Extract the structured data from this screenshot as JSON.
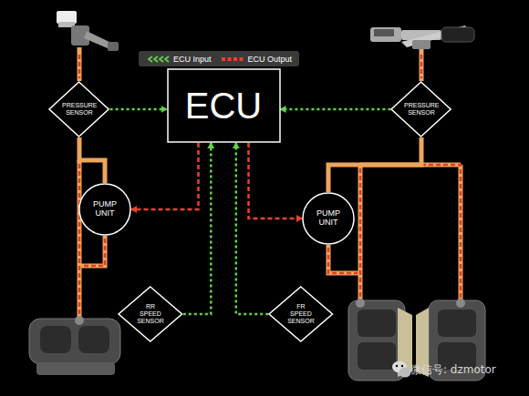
{
  "diagram": {
    "nodes": [
      {
        "text": [
          "ECU"
        ]
      },
      {
        "text": [
          "PRESSURE SENSOR"
        ]
      },
      {
        "text": [
          "PRESSURE SENSOR"
        ]
      },
      {
        "text": [
          "PUMP UNIT"
        ]
      },
      {
        "text": [
          "PUMP UNIT"
        ]
      },
      {
        "text": [
          "RR SPEED SENSOR"
        ]
      },
      {
        "text": [
          "FR SPEED SENSOR"
        ]
      }
    ],
    "edges": [
      {
        "from": 1,
        "to": 0,
        "arrow": "to"
      },
      {
        "from": 2,
        "to": 0,
        "arrow": "to"
      },
      {
        "from": 5,
        "to": 0,
        "arrow": "to"
      },
      {
        "from": 6,
        "to": 0,
        "arrow": "to"
      },
      {
        "from": 0,
        "to": 3,
        "arrow": "to"
      },
      {
        "from": 0,
        "to": 4,
        "arrow": "to"
      },
      {
        "from": 1,
        "to": 3,
        "arrow": "none"
      },
      {
        "from": 2,
        "to": 4,
        "arrow": "none"
      }
    ],
    "labels": [
      "微信号: dzmotor"
    ],
    "legend": [
      {
        "text": "ECU Input"
      },
      {
        "text": "ECU Output"
      }
    ]
  }
}
